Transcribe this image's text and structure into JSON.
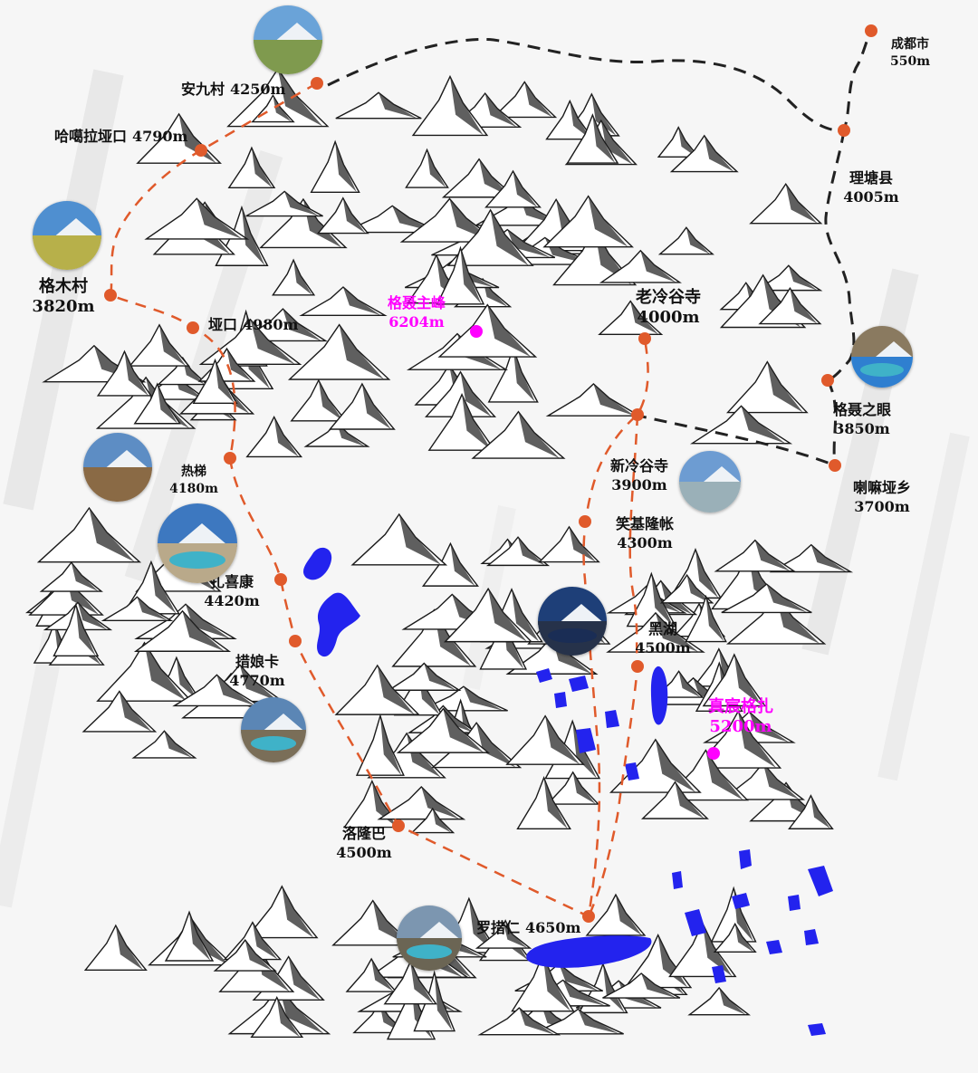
{
  "colors": {
    "route_orange": "#e05a2b",
    "route_black": "#222222",
    "lake_blue": "#2323ee",
    "peak_magenta": "#ff00ff",
    "label_text": "#111111"
  },
  "waypoints": [
    {
      "id": "chengdu",
      "name": "成都市",
      "elev": "550m",
      "route": "road"
    },
    {
      "id": "litang",
      "name": "理塘县",
      "elev": "4005m",
      "route": "road"
    },
    {
      "id": "anjiu",
      "name": "安九村",
      "elev": "4250m",
      "route": "trek"
    },
    {
      "id": "hahala",
      "name": "哈噶拉垭口",
      "elev": "4790m",
      "route": "trek"
    },
    {
      "id": "gemu",
      "name": "格木村",
      "elev": "3820m",
      "route": "trek"
    },
    {
      "id": "yakou",
      "name": "垭口",
      "elev": "4980m",
      "route": "trek"
    },
    {
      "id": "laolenggu",
      "name": "老冷谷寺",
      "elev": "4000m",
      "route": "trek"
    },
    {
      "id": "genie_eye",
      "name": "格聂之眼",
      "elev": "3850m",
      "route": "road"
    },
    {
      "id": "lamaya",
      "name": "喇嘛垭乡",
      "elev": "3700m",
      "route": "road"
    },
    {
      "id": "xinlenggu",
      "name": "新冷谷寺",
      "elev": "3900m",
      "route": "trek"
    },
    {
      "id": "reti",
      "name": "热梯",
      "elev": "4180m",
      "route": "trek"
    },
    {
      "id": "xiaoji",
      "name": "笑基隆帐",
      "elev": "4300m",
      "route": "trek"
    },
    {
      "id": "zhaxikang",
      "name": "扎喜康",
      "elev": "4420m",
      "route": "trek"
    },
    {
      "id": "heihu",
      "name": "黑湖",
      "elev": "4500m",
      "route": "trek"
    },
    {
      "id": "cuoniangka",
      "name": "措娘卡",
      "elev": "4770m",
      "route": "trek"
    },
    {
      "id": "luolongba",
      "name": "洛隆巴",
      "elev": "4500m",
      "route": "trek"
    },
    {
      "id": "luocuoren",
      "name": "罗措仁",
      "elev": "4650m",
      "route": "trek"
    }
  ],
  "peaks": [
    {
      "id": "genie_main",
      "name": "格聂主峰",
      "elev": "6204m"
    },
    {
      "id": "zhenge",
      "name": "真宸格扎",
      "elev": "5200m"
    }
  ],
  "photos": [
    {
      "id": "photo-anjiu",
      "icon": "mountain-pasture-photo",
      "sky": "#6aa3d8",
      "land": "#7f9a4e"
    },
    {
      "id": "photo-gemu",
      "icon": "village-meadow-photo",
      "sky": "#4f8fd0",
      "land": "#b7b04a"
    },
    {
      "id": "photo-reti",
      "icon": "hiker-photo",
      "sky": "#5d8dc4",
      "land": "#8a6a45"
    },
    {
      "id": "photo-zhaxikang",
      "icon": "alpine-lake-photo",
      "sky": "#3d78c0",
      "land": "#b9a98a"
    },
    {
      "id": "photo-cuoniangka",
      "icon": "turquoise-lake-photo",
      "sky": "#5b86b5",
      "land": "#7a6e58"
    },
    {
      "id": "photo-xinlenggu",
      "icon": "river-crossing-photo",
      "sky": "#6d9cd2",
      "land": "#9ab0b8"
    },
    {
      "id": "photo-heihu",
      "icon": "black-lake-photo",
      "sky": "#1e3f78",
      "land": "#26324a"
    },
    {
      "id": "photo-luocuoren",
      "icon": "blue-lake-photo",
      "sky": "#7c96b0",
      "land": "#6b6554"
    },
    {
      "id": "photo-genie-eye",
      "icon": "eye-lake-photo",
      "sky": "#8a7a60",
      "land": "#2f7fd0"
    }
  ]
}
